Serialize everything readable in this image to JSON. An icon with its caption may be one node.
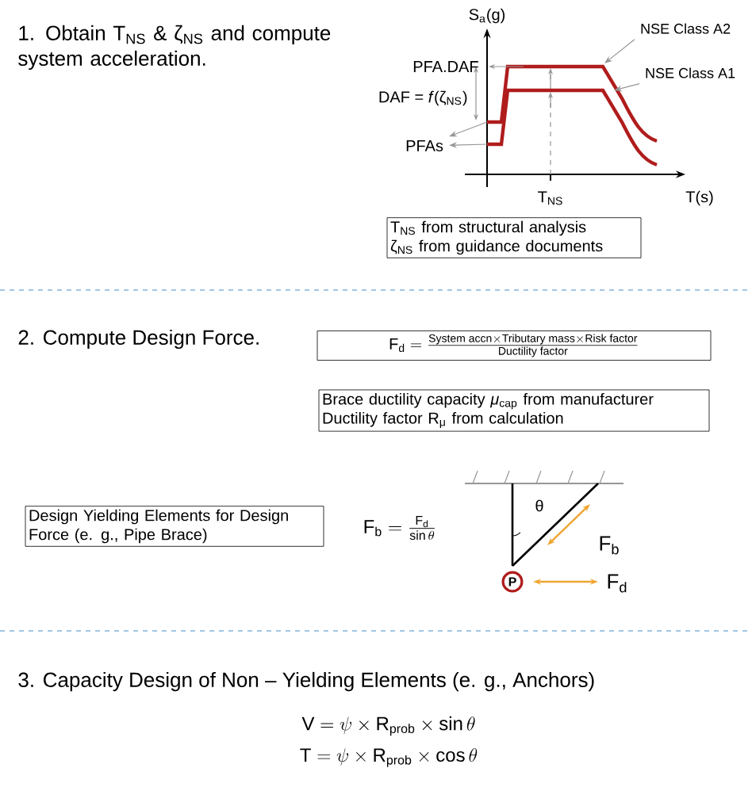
{
  "diagram": {
    "nodes": [
      {
        "text": [
          "NSE Class A2"
        ]
      },
      {
        "text": [
          "NSE Class A1"
        ]
      },
      {
        "text": [
          "PFAs"
        ]
      },
      {
        "text": [
          "T$_{NS}$ from structural analysis",
          "ζ$_{NS}$ from guidance documents"
        ]
      },
      {
        "text": [
          "\\text{F}_{\\text{d}} = \\frac{\\text{System accn} \\times \\text{Tributary mass} \\times \\text{Risk factor}}{\\text{Ductility factor}}"
        ]
      },
      {
        "text": [
          "Brace ductility capacity *μ*$_{cap}$ from manufacturer",
          "Ductility factor R$_{μ}$ from calculation"
        ]
      },
      {
        "text": [
          "Design Yielding Elements for Design Force (e. g., Pipe Brace)"
        ]
      },
      {
        "text": [
          "P"
        ]
      }
    ],
    "edges": [
      {
        "from": 0,
        "to": null,
        "arrow": "to"
      },
      {
        "from": 1,
        "to": null,
        "arrow": "to"
      },
      {
        "from": null,
        "to": 2,
        "arrow": "to"
      },
      {
        "from": null,
        "to": 2,
        "arrow": "to"
      }
    ],
    "labels": [
      "1. Obtain T$_{NS}$ & ζ$_{NS}$ and compute system acceleration.",
      "S$_{a}$(g)",
      "PFA.DAF",
      "DAF = *f*(ζ$_{NS}$)",
      "T$_{NS}$",
      "T(s)",
      "2. Compute Design Force.",
      "\\text{F}_{\\text{b}} = \\frac{\\text{F}_{\\text{d}}}{\\sin\\theta}",
      "θ",
      "F$_{b}$",
      "F$_{d}$",
      "3. Capacity Design of Non – Yielding Elements (e. g., Anchors)",
      "\\text{V} = \\psi \\times \\text{R}_{\\text{prob}} \\times \\sin\\theta",
      "\\text{T} = \\psi \\times \\text{R}_{\\text{prob}} \\times \\cos\\theta"
    ]
  }
}
